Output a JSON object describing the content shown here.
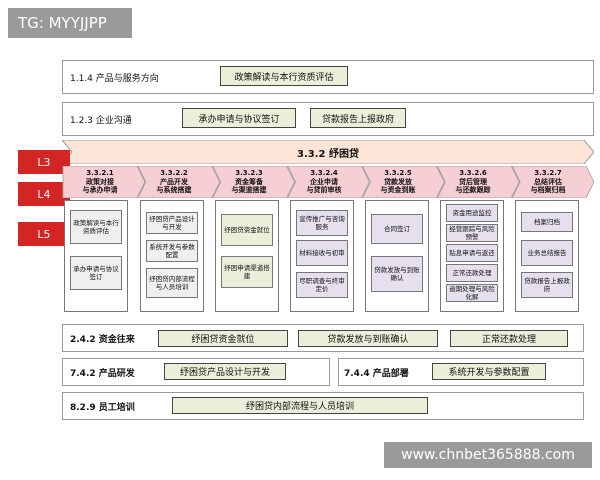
{
  "tag": "TG: MYYJJPP",
  "watermark": "www.chnbet365888.com",
  "level_badges": [
    "L3",
    "L4",
    "L5"
  ],
  "top_rows": [
    {
      "label": "1.1.4 产品与服务方向",
      "items": [
        "政策解读与本行资质评估"
      ]
    },
    {
      "label": "1.2.3 企业沟通",
      "items": [
        "承办申请与协议签订",
        "贷款报告上报政府"
      ]
    }
  ],
  "banner": "3.3.2 纾困贷",
  "stages": [
    {
      "code": "3.3.2.1",
      "title": [
        "政策对接",
        "与承办申请"
      ],
      "items": [
        "政策解读与本行资质评估",
        "承办申请与协议签订"
      ]
    },
    {
      "code": "3.3.2.2",
      "title": [
        "产品开发",
        "与系统搭建"
      ],
      "items": [
        "纾困贷产品设计与开发",
        "系统开发与参数配置",
        "纾困贷内部流程与人员培训"
      ]
    },
    {
      "code": "3.3.2.3",
      "title": [
        "资金筹备",
        "与渠道搭建"
      ],
      "items": [
        "纾困贷资金就位",
        "纾困申请渠道搭建"
      ]
    },
    {
      "code": "3.3.2.4",
      "title": [
        "企业申请",
        "与贷前审核"
      ],
      "items": [
        "宣传推广与咨询服务",
        "材料接收与初审",
        "尽职调查与终审定价"
      ]
    },
    {
      "code": "3.3.2.5",
      "title": [
        "贷款发放",
        "与资金到账"
      ],
      "items": [
        "合同签订",
        "贷款发放与到账确认"
      ]
    },
    {
      "code": "3.3.2.6",
      "title": [
        "贷后管理",
        "与还款跟踪"
      ],
      "items": [
        "资金用途监控",
        "经营跟踪与风险预警",
        "贴息申请与返还",
        "正常还款处理",
        "逾期处理与风险化解"
      ]
    },
    {
      "code": "3.3.2.7",
      "title": [
        "总结评估",
        "与档案归档"
      ],
      "items": [
        "档案归档",
        "业务总结报告",
        "贷款报告上报政府"
      ]
    }
  ],
  "bottom_rows": [
    {
      "label": "2.4.2 资金往来",
      "items": [
        "纾困贷资金就位",
        "贷款发放与到账确认",
        "正常还款处理"
      ]
    },
    {
      "label": "7.4.2 产品研发",
      "items": [
        "纾困贷产品设计与开发"
      ]
    },
    {
      "label": "7.4.4 产品部署",
      "items": [
        "系统开发与参数配置"
      ]
    },
    {
      "label": "8.2.9 员工培训",
      "items": [
        "纾困贷内部流程与人员培训"
      ]
    }
  ],
  "colors": {
    "accent_red": "#d42525",
    "banner_fill": "#fce4d6",
    "chevron_fill": "#f6cfd4",
    "pill_fill": "#e9efd9",
    "sub_gray": "#efefef",
    "sub_purple": "#e6e0ee"
  }
}
